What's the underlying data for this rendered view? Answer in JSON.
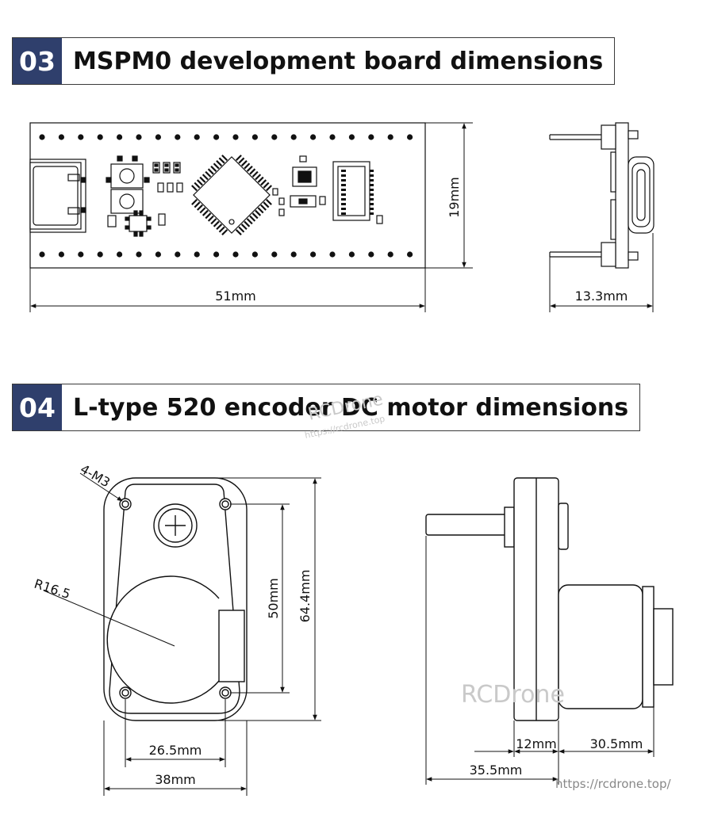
{
  "sections": [
    {
      "number": "03",
      "title": "MSPM0 development board dimensions"
    },
    {
      "number": "04",
      "title": "L-type 520 encoder DC motor dimensions"
    }
  ],
  "board": {
    "width_label": "51mm",
    "height_label": "19mm",
    "side_label": "13.3mm"
  },
  "motor": {
    "hole_label": "4-M3",
    "radius_label": "R16.5",
    "hole_span_label": "50mm",
    "height_label": "64.4mm",
    "hole_width_label": "26.5mm",
    "width_label": "38mm",
    "flange_label": "12mm",
    "body_label": "30.5mm",
    "total_label": "35.5mm"
  },
  "watermarks": {
    "brand": "RCDrone",
    "brand_small": "RCDrone",
    "url_small": "https://rcdrone.top",
    "url": "https://rcdrone.top/"
  }
}
